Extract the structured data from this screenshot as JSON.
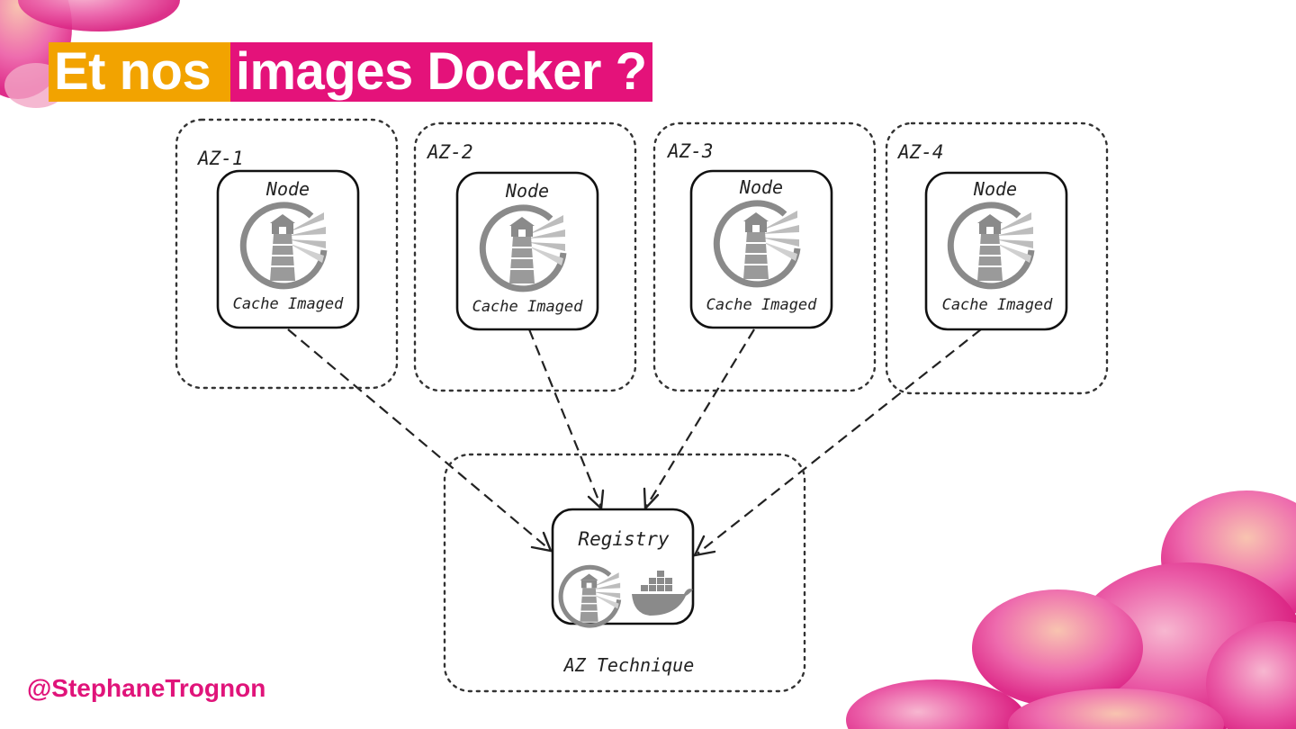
{
  "title": {
    "part1": "Et nos ",
    "part2": "images Docker ?"
  },
  "footer": {
    "handle": "@StephaneTrognon"
  },
  "diagram": {
    "zones": [
      "AZ-1",
      "AZ-2",
      "AZ-3",
      "AZ-4"
    ],
    "node": {
      "title": "Node",
      "caption": "Cache Imaged"
    },
    "registry": {
      "title": "Registry",
      "zone_label": "AZ Technique"
    }
  },
  "colors": {
    "orange": "#f2a300",
    "magenta": "#e4127a",
    "icon_gray": "#8a8a8a"
  }
}
